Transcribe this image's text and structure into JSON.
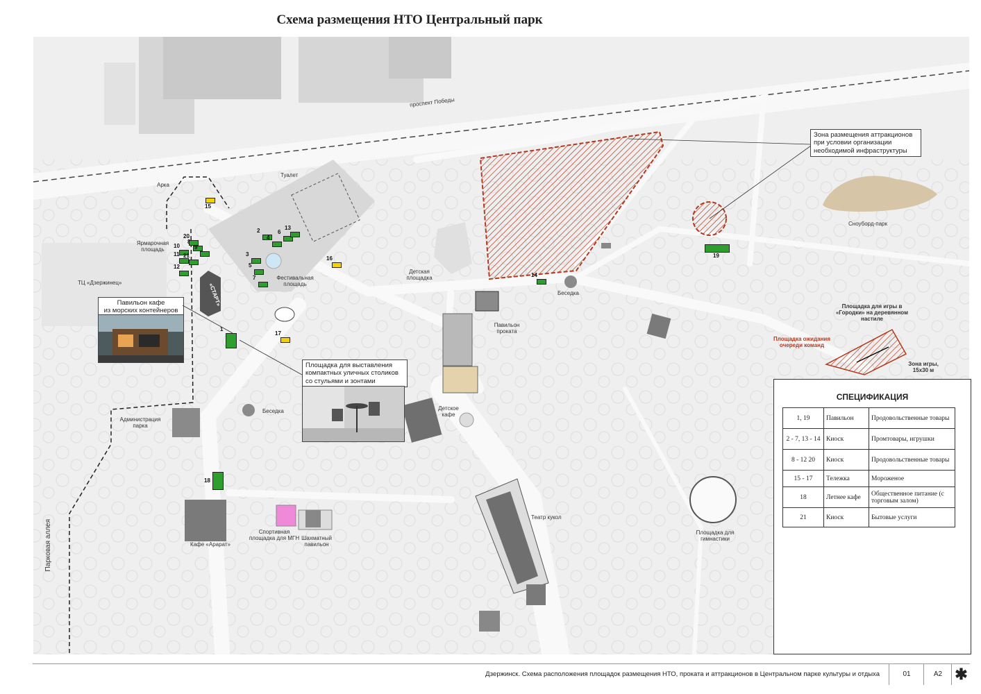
{
  "title": "Схема размещения НТО Центральный парк",
  "footer": {
    "caption": "Дзержинск. Схема расположения площадок размещения НТО, проката и аттракционов в Центральном парке культуры и отдыха",
    "sheet": "01",
    "format": "А2",
    "logo_icon": "asterisk-logo-icon"
  },
  "labels": {
    "street": "проспект Победы",
    "park_alley": "Парковая аллея",
    "arch": "Арка",
    "toilet": "Туалет",
    "fair": "Ярмарочная площадь",
    "mall": "ТЦ «Дзержинец»",
    "start": "«СТАРТ»",
    "festival": "Фестивальная площадь",
    "kids_playground": "Детская площадка",
    "gazebo1": "Беседка",
    "gazebo2": "Беседка",
    "rental": "Павильон проката",
    "kids_cafe": "Детское кафе",
    "admin": "Администрация парка",
    "cafe_ararat": "Кафе «Арарат»",
    "sport_mgn": "Спортивная площадка для МГН",
    "chess": "Шахматный павильон",
    "puppet": "Театр кукол",
    "gymnastics": "Площадка для гимнастики",
    "snowboard": "Сноуборд-парк",
    "gorodki": "Площадка для игры в «Городки» на деревянном настиле",
    "queue": "Площадка ожидания очереди команд",
    "game_zone": "Зона игры, 15х30 м"
  },
  "callouts": {
    "attractions": "Зона размещения аттракционов при условии организации необходимой инфраструктуры",
    "pavilion_prefix": "Павильон кафе",
    "pavilion_line2": "из морских контейнеров",
    "tables": "Площадка для выставления компактных уличных столиков со стульями и зонтами"
  },
  "markers": [
    "1",
    "2",
    "3",
    "4",
    "5",
    "6",
    "7",
    "8",
    "9",
    "10",
    "11",
    "12",
    "13",
    "14",
    "15",
    "16",
    "17",
    "18",
    "19",
    "20",
    "21"
  ],
  "spec": {
    "heading": "СПЕЦИФИКАЦИЯ",
    "rows": [
      {
        "nums": "1, 19",
        "type": "Павильон",
        "goods": "Продовольственные товары"
      },
      {
        "nums": "2 - 7, 13 - 14",
        "type": "Киоск",
        "goods": "Промтовары, игрушки"
      },
      {
        "nums": "8 - 12 20",
        "type": "Киоск",
        "goods": "Продовольственные товары"
      },
      {
        "nums": "15 - 17",
        "type": "Тележка",
        "goods": "Мороженое"
      },
      {
        "nums": "18",
        "type": "Летнее кафе",
        "goods": "Общественное питание (с торговым залом)"
      },
      {
        "nums": "21",
        "type": "Киоск",
        "goods": "Бытовые услуги"
      }
    ]
  },
  "colors": {
    "kiosk": "#2e9e2e",
    "cart": "#f2d200",
    "attraction_zone": "#b23a1f",
    "building": "#7a7a7a",
    "sport_mgn": "#f08ad8"
  }
}
